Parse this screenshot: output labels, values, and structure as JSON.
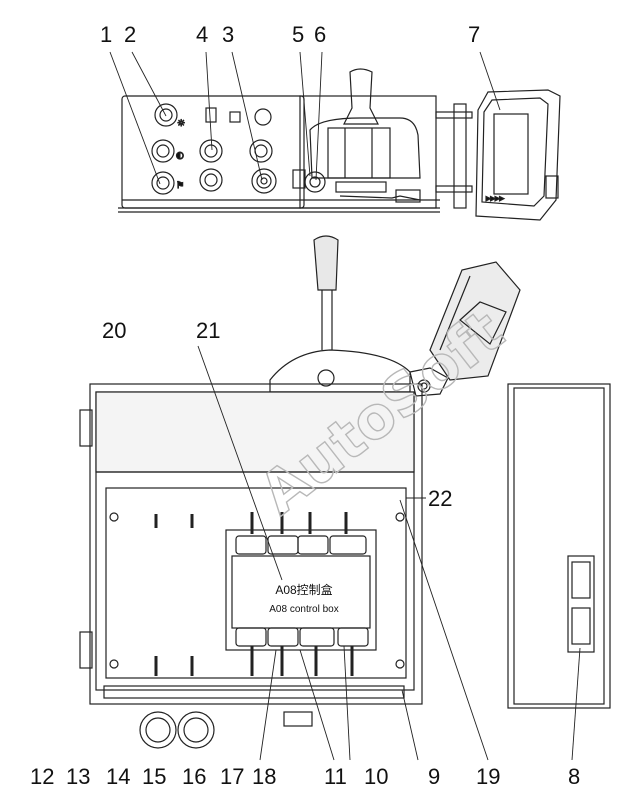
{
  "labels": {
    "n1": "1",
    "n2": "2",
    "n3": "3",
    "n4": "4",
    "n5": "5",
    "n6": "6",
    "n7": "7",
    "n8": "8",
    "n9": "9",
    "n10": "10",
    "n11": "11",
    "n12": "12",
    "n13": "13",
    "n14": "14",
    "n15": "15",
    "n16": "16",
    "n17": "17",
    "n18": "18",
    "n19": "19",
    "n20": "20",
    "n21": "21",
    "n22": "22"
  },
  "box": {
    "title_cn": "A08控制盒",
    "title_en": "A08 control box"
  },
  "watermark": "AutoSoft"
}
